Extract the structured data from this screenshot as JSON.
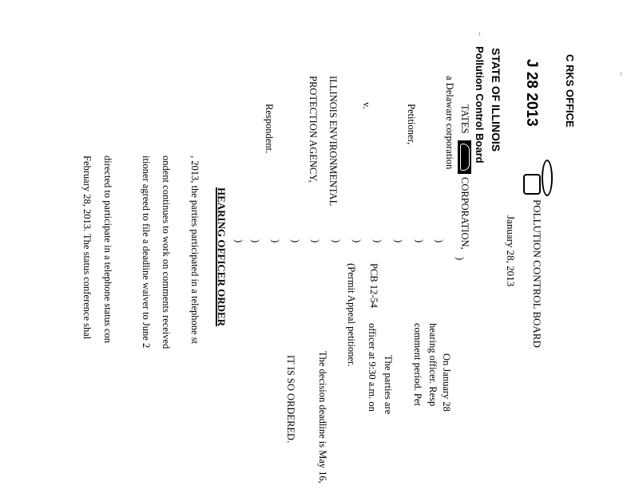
{
  "stamp": {
    "received": "C  RKS OFFICE",
    "date": "J 28 2013",
    "state": "STATE OF ILLINOIS",
    "board": "Pollution Control Board"
  },
  "header": {
    "board": "POLLUTION CONTROL BOARD",
    "date": "January 28, 2013"
  },
  "caption": {
    "petitioner_name": "TATES",
    "petitioner_name_2": "CORPORATION,",
    "petitioner_desc": "a Delaware corporation",
    "petitioner_label": "Petitioner,",
    "versus": "v.",
    "respondent_line1": "ILLINOIS ENVIRONMENTAL",
    "respondent_line2": "PROTECTION AGENCY,",
    "respondent_label": "Respondent.",
    "bracket": ")",
    "case_number": "PCB 12-54",
    "case_type": "(Permit Appeal petitioner."
  },
  "order": {
    "title": "HEARING OFFICER ORDER",
    "right_lines": [
      "On January 28",
      "hearing officer.  Resp",
      "comment period.   Pet",
      "The parties are",
      "officer at 9:30 a.m. on",
      "The decision deadline is May 16,",
      "IT IS SO ORDERED."
    ],
    "left_lines": [
      ", 2013, the parties participated in a telephone st",
      "ondent continues to work on comments received",
      "itioner agreed to file a deadline waiver to June 2",
      "directed to participate in a telephone status con",
      "February 28, 2013.  The status conference shal"
    ]
  }
}
